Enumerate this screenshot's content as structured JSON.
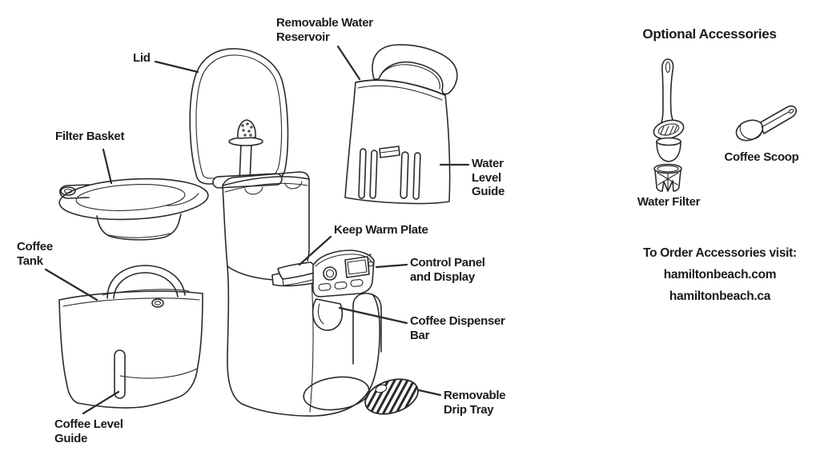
{
  "colors": {
    "line": "#2a2a2a",
    "text": "#1b1b1b",
    "background": "#ffffff"
  },
  "part_labels": {
    "lid": "Lid",
    "removable_water_reservoir": "Removable Water\nReservoir",
    "filter_basket": "Filter Basket",
    "water_level_guide": "Water\nLevel\nGuide",
    "keep_warm_plate": "Keep Warm Plate",
    "control_panel_and_display": "Control Panel\nand Display",
    "coffee_dispenser_bar": "Coffee Dispenser\nBar",
    "coffee_tank": "Coffee\nTank",
    "coffee_level_guide": "Coffee Level\nGuide",
    "removable_drip_tray": "Removable\nDrip Tray"
  },
  "accessories": {
    "title": "Optional Accessories",
    "items": [
      {
        "name": "water-filter",
        "label": "Water Filter"
      },
      {
        "name": "coffee-scoop",
        "label": "Coffee Scoop"
      }
    ],
    "order_info": {
      "heading": "To Order Accessories visit:",
      "websites": [
        "hamiltonbeach.com",
        "hamiltonbeach.ca"
      ]
    }
  }
}
